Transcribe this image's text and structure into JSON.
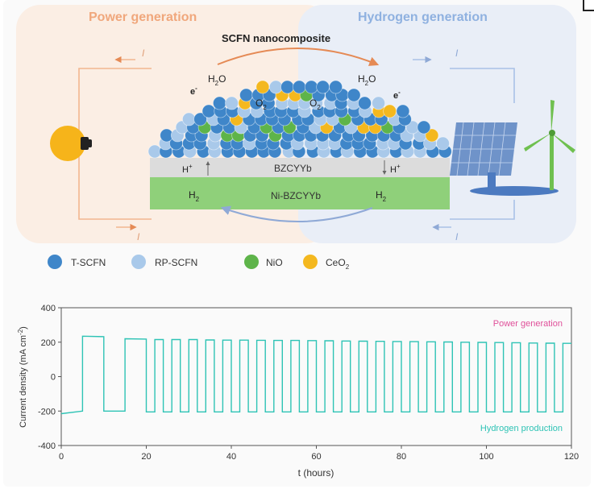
{
  "diagram": {
    "left_title": "Power generation",
    "right_title": "Hydrogen generation",
    "center_title": "SCFN nanocomposite",
    "current_symbol": "I",
    "electron": "e",
    "electron_sup": "-",
    "water": "H",
    "water_sub": "2",
    "water_tail": "O",
    "oxygen": "O",
    "oxygen_sub": "2",
    "proton": "H",
    "proton_sup": "+",
    "hydrogen": "H",
    "hydrogen_sub": "2",
    "electrolyte_label": "BZCYYb",
    "anode_label": "Ni-BZCYYb",
    "colors": {
      "left_title": "#f0a77c",
      "right_title": "#8fb1e0",
      "electrolyte": "#dcdcdc",
      "anode": "#8fd07a",
      "t_scfn": "#3f86c9",
      "rp_scfn": "#a9c9ea",
      "nio": "#5eb44a",
      "ceo2": "#f4b81f"
    }
  },
  "legend": {
    "items": [
      {
        "key": "t_scfn",
        "label": "T-SCFN",
        "sub": ""
      },
      {
        "key": "rp_scfn",
        "label": "RP-SCFN",
        "sub": ""
      },
      {
        "key": "nio",
        "label": "NiO",
        "sub": ""
      },
      {
        "key": "ceo2",
        "label": "CeO",
        "sub": "2"
      }
    ]
  },
  "chart_data": {
    "type": "line",
    "xlabel": "t (hours)",
    "ylabel": "Current density (mA cm",
    "ylabel_sup": "-2",
    "ylabel_tail": ")",
    "xlim": [
      0,
      120
    ],
    "ylim": [
      -400,
      400
    ],
    "xticks": [
      0,
      20,
      40,
      60,
      80,
      100,
      120
    ],
    "yticks": [
      400,
      200,
      0,
      -200,
      -400
    ],
    "annotations": {
      "top": "Power generation",
      "bottom": "Hydrogen production"
    },
    "series_color": "#2ec3b5",
    "annotation_top_color": "#e0509a",
    "series": [
      {
        "x": [
          0,
          5,
          5,
          10,
          10,
          15,
          15,
          20,
          20,
          22,
          22,
          24,
          24,
          26,
          26,
          28,
          28,
          30,
          30,
          32,
          32,
          34,
          34,
          36,
          36,
          38,
          38,
          40,
          40,
          42,
          42,
          44,
          44,
          46,
          46,
          48,
          48,
          50,
          50,
          52,
          52,
          54,
          54,
          56,
          56,
          58,
          58,
          60,
          60,
          62,
          62,
          64,
          64,
          66,
          66,
          68,
          68,
          70,
          70,
          72,
          72,
          74,
          74,
          76,
          76,
          78,
          78,
          80,
          80,
          82,
          82,
          84,
          84,
          86,
          86,
          88,
          88,
          90,
          90,
          92,
          92,
          94,
          94,
          96,
          96,
          98,
          98,
          100,
          100,
          102,
          102,
          104,
          104,
          106,
          106,
          108,
          108,
          110,
          110,
          112,
          112,
          114,
          114,
          116,
          116,
          118,
          118,
          120
        ],
        "y": [
          -215,
          -200,
          235,
          232,
          -200,
          -200,
          220,
          218,
          -205,
          -205,
          215,
          215,
          -205,
          -205,
          215,
          215,
          -205,
          -205,
          215,
          215,
          -205,
          -205,
          213,
          213,
          -205,
          -205,
          212,
          212,
          -205,
          -205,
          212,
          212,
          -205,
          -205,
          211,
          211,
          -205,
          -205,
          210,
          210,
          -205,
          -205,
          210,
          210,
          -205,
          -205,
          209,
          209,
          -205,
          -205,
          208,
          208,
          -205,
          -205,
          207,
          207,
          -205,
          -205,
          206,
          206,
          -205,
          -205,
          205,
          205,
          -205,
          -205,
          204,
          204,
          -205,
          -205,
          203,
          203,
          -205,
          -205,
          202,
          202,
          -205,
          -205,
          201,
          201,
          -205,
          -205,
          200,
          200,
          -205,
          -205,
          199,
          199,
          -205,
          -205,
          198,
          198,
          -205,
          -205,
          197,
          197,
          -205,
          -205,
          195,
          195,
          -205,
          -205,
          194,
          194,
          -205,
          -205,
          193,
          193
        ]
      }
    ]
  }
}
